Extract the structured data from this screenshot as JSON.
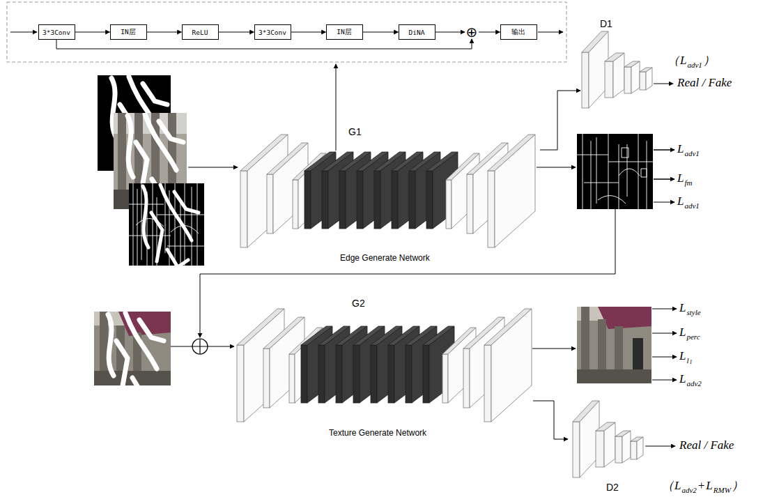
{
  "diagram": {
    "nodes": [
      {
        "text": [
          "3*3Conv"
        ]
      },
      {
        "text": [
          "IN层"
        ]
      },
      {
        "text": [
          "ReLU"
        ]
      },
      {
        "text": [
          "3*3Conv"
        ]
      },
      {
        "text": [
          "IN层"
        ]
      },
      {
        "text": [
          "DiNA"
        ]
      },
      {
        "text": [
          "⊕"
        ]
      },
      {
        "text": [
          "输出"
        ]
      },
      {
        "text": [
          "G1",
          "Edge Generate Network"
        ]
      },
      {
        "text": [
          "D1"
        ]
      },
      {
        "text": [
          "G2",
          "Texture Generate Network"
        ]
      },
      {
        "text": [
          "D2"
        ]
      }
    ],
    "edges": [
      {
        "from": 0,
        "to": 1,
        "arrow": "to"
      },
      {
        "from": 1,
        "to": 2,
        "arrow": "to"
      },
      {
        "from": 2,
        "to": 3,
        "arrow": "to"
      },
      {
        "from": 3,
        "to": 4,
        "arrow": "to"
      },
      {
        "from": 4,
        "to": 5,
        "arrow": "to"
      },
      {
        "from": 5,
        "to": 6,
        "arrow": "to"
      },
      {
        "from": 6,
        "to": 7,
        "arrow": "to"
      },
      {
        "from": 0,
        "to": 6,
        "arrow": "to"
      },
      {
        "from": 8,
        "to": 9,
        "arrow": "to"
      },
      {
        "from": 10,
        "to": 11,
        "arrow": "to"
      }
    ],
    "labels": [
      "（",
      "L",
      "adv1",
      "）",
      "Real / Fake",
      "L",
      "adv1",
      "L",
      "fm",
      "L",
      "adv1",
      "L",
      "style",
      "L",
      "perc",
      "L",
      "l",
      "1",
      "L",
      "adv2",
      "Real / Fake",
      "（",
      "L",
      "adv2",
      "+",
      "L",
      "RMW",
      "）"
    ]
  }
}
